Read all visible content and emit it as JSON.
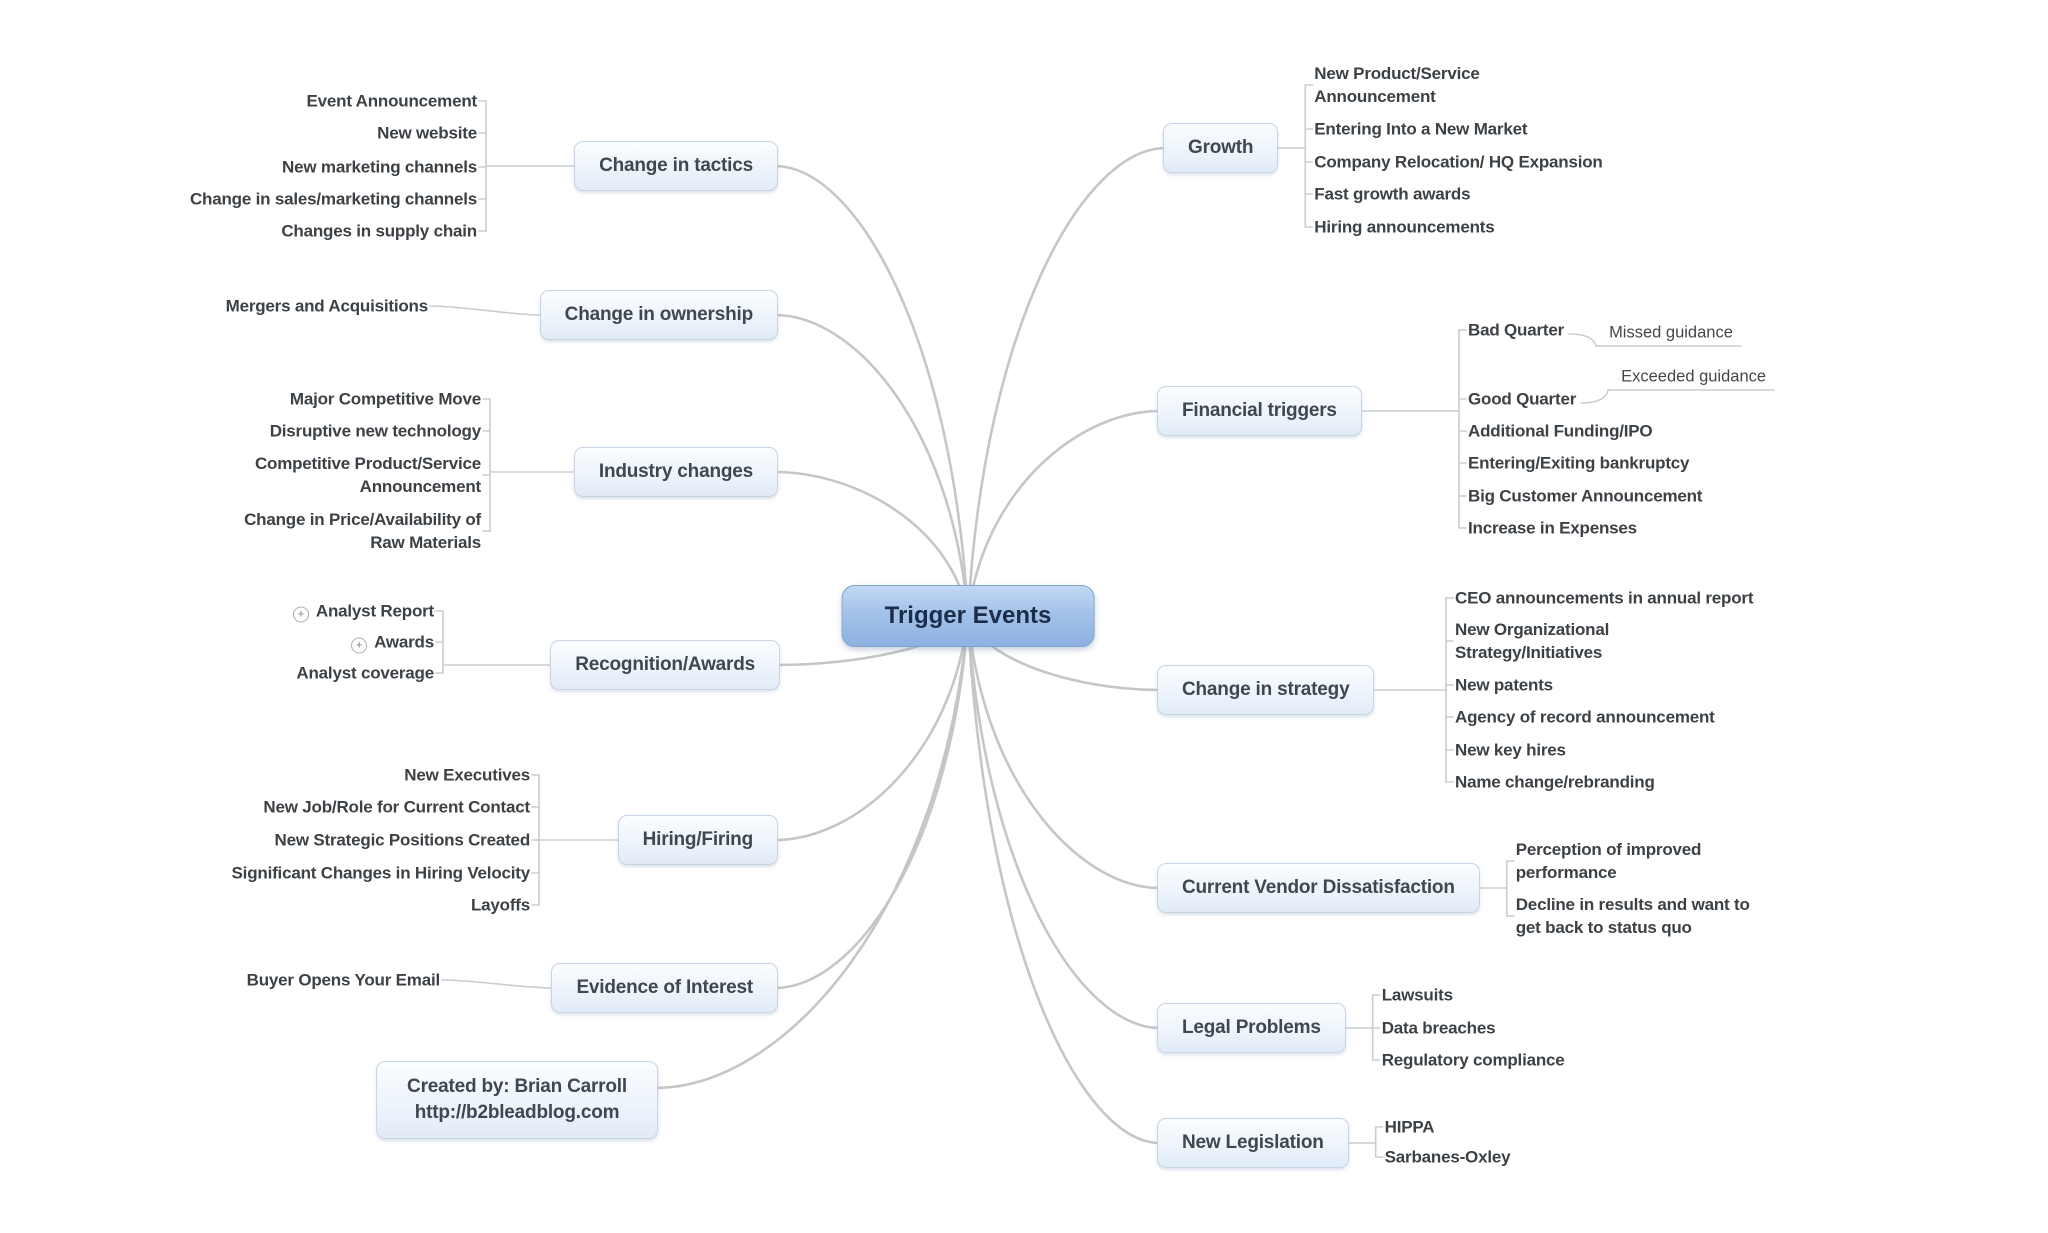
{
  "title": "Trigger Events",
  "center": {
    "label": "Trigger Events"
  },
  "icons": {
    "expand": "+"
  },
  "colors": {
    "background": "#ffffff",
    "center_fill_top": "#c2d8f2",
    "center_fill_bottom": "#8db1e1",
    "center_border": "#7fa3d0",
    "center_text": "#1d2c48",
    "node_fill_top": "#fbfdff",
    "node_fill_bottom": "#e1ebf7",
    "node_border": "#c7d4e5",
    "node_text": "#3d4851",
    "child_text": "#3c4146",
    "connector": "#c6c6c6"
  },
  "branches_left": [
    {
      "id": "change-in-tactics",
      "label": "Change in tactics",
      "children": [
        {
          "lines": [
            "Event Announcement"
          ]
        },
        {
          "lines": [
            "New website"
          ]
        },
        {
          "lines": [
            "New marketing channels"
          ]
        },
        {
          "lines": [
            "Change in sales/marketing channels"
          ]
        },
        {
          "lines": [
            "Changes in supply chain"
          ]
        }
      ]
    },
    {
      "id": "change-in-ownership",
      "label": "Change in ownership",
      "children": [
        {
          "lines": [
            "Mergers and Acquisitions"
          ]
        }
      ]
    },
    {
      "id": "industry-changes",
      "label": "Industry changes",
      "children": [
        {
          "lines": [
            "Major Competitive Move"
          ]
        },
        {
          "lines": [
            "Disruptive new technology"
          ]
        },
        {
          "lines": [
            "Competitive Product/Service",
            "Announcement"
          ]
        },
        {
          "lines": [
            "Change in Price/Availability of",
            "Raw Materials"
          ]
        }
      ]
    },
    {
      "id": "recognition-awards",
      "label": "Recognition/Awards",
      "children": [
        {
          "lines": [
            "Analyst Report"
          ],
          "expandable": true
        },
        {
          "lines": [
            "Awards"
          ],
          "expandable": true
        },
        {
          "lines": [
            "Analyst coverage"
          ]
        }
      ]
    },
    {
      "id": "hiring-firing",
      "label": "Hiring/Firing",
      "children": [
        {
          "lines": [
            "New Executives"
          ]
        },
        {
          "lines": [
            "New Job/Role for Current Contact"
          ]
        },
        {
          "lines": [
            "New Strategic Positions Created"
          ]
        },
        {
          "lines": [
            "Significant Changes in Hiring Velocity"
          ]
        },
        {
          "lines": [
            "Layoffs"
          ]
        }
      ]
    },
    {
      "id": "evidence-of-interest",
      "label": "Evidence of Interest",
      "children": [
        {
          "lines": [
            "Buyer Opens Your Email"
          ]
        }
      ]
    }
  ],
  "branches_right": [
    {
      "id": "growth",
      "label": "Growth",
      "children": [
        {
          "lines": [
            "New Product/Service",
            "Announcement"
          ]
        },
        {
          "lines": [
            "Entering Into a New Market"
          ]
        },
        {
          "lines": [
            "Company Relocation/ HQ Expansion"
          ]
        },
        {
          "lines": [
            "Fast growth awards"
          ]
        },
        {
          "lines": [
            "Hiring announcements"
          ]
        }
      ]
    },
    {
      "id": "financial-triggers",
      "label": "Financial triggers",
      "children": [
        {
          "lines": [
            "Bad Quarter"
          ],
          "sub": {
            "label": "Missed guidance"
          }
        },
        {
          "lines": [
            "Good Quarter"
          ],
          "sub": {
            "label": "Exceeded guidance"
          }
        },
        {
          "lines": [
            "Additional Funding/IPO"
          ]
        },
        {
          "lines": [
            "Entering/Exiting bankruptcy"
          ]
        },
        {
          "lines": [
            "Big Customer Announcement"
          ]
        },
        {
          "lines": [
            "Increase in Expenses"
          ]
        }
      ]
    },
    {
      "id": "change-in-strategy",
      "label": "Change in strategy",
      "children": [
        {
          "lines": [
            "CEO announcements in annual report"
          ]
        },
        {
          "lines": [
            "New Organizational",
            "Strategy/Initiatives"
          ]
        },
        {
          "lines": [
            "New patents"
          ]
        },
        {
          "lines": [
            "Agency of record announcement"
          ]
        },
        {
          "lines": [
            "New key hires"
          ]
        },
        {
          "lines": [
            "Name change/rebranding"
          ]
        }
      ]
    },
    {
      "id": "current-vendor-dissatisfaction",
      "label": "Current Vendor Dissatisfaction",
      "children": [
        {
          "lines": [
            "Perception of improved",
            "performance"
          ]
        },
        {
          "lines": [
            "Decline in results and want to",
            "get back to status quo"
          ]
        }
      ]
    },
    {
      "id": "legal-problems",
      "label": "Legal Problems",
      "children": [
        {
          "lines": [
            "Lawsuits"
          ]
        },
        {
          "lines": [
            "Data breaches"
          ]
        },
        {
          "lines": [
            "Regulatory compliance"
          ]
        }
      ]
    },
    {
      "id": "new-legislation",
      "label": "New Legislation",
      "children": [
        {
          "lines": [
            "HIPPA"
          ]
        },
        {
          "lines": [
            "Sarbanes-Oxley"
          ]
        }
      ]
    }
  ],
  "creator": {
    "lines": [
      "Created by: Brian Carroll",
      "http://b2bleadblog.com"
    ]
  }
}
